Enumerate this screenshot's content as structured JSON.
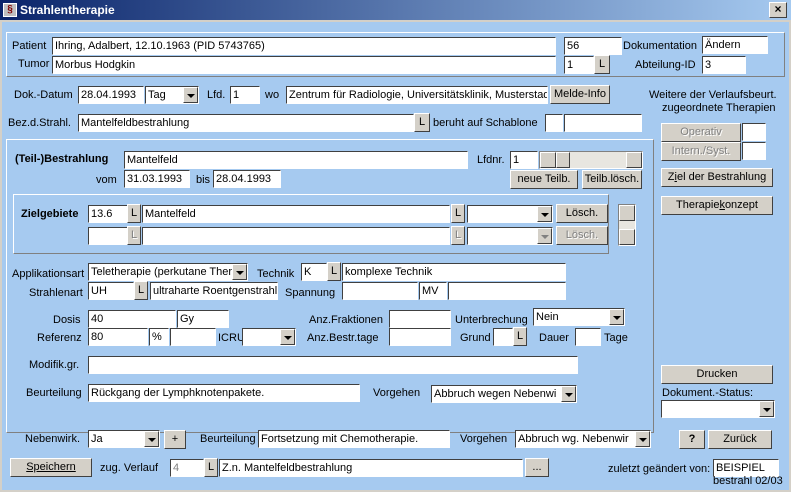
{
  "window": {
    "title": "Strahlentherapie",
    "app_icon": "dna-icon",
    "close_glyph": "×"
  },
  "header": {
    "patient_label": "Patient",
    "patient_value": "Ihring, Adalbert, 12.10.1963 (PID 5743765)",
    "patient_num": "56",
    "dokumentation_label": "Dokumentation",
    "dokumentation_value": "Ändern",
    "tumor_label": "Tumor",
    "tumor_value": "Morbus Hodgkin",
    "tumor_num": "1",
    "l_button": "L",
    "abteilung_label": "Abteilung-ID",
    "abteilung_value": "3"
  },
  "doc": {
    "dok_datum_label": "Dok.-Datum",
    "dok_datum_value": "28.04.1993",
    "unit_value": "Tag",
    "lfd_label": "Lfd.",
    "lfd_value": "1",
    "wo_label": "wo",
    "wo_value": "Zentrum für Radiologie, Universitätsklinik, Musterstadt",
    "melde_info_button": "Melde-Info",
    "bez_label": "Bez.d.Strahl.",
    "bez_value": "Mantelfeldbestrahlung",
    "l_button": "L",
    "schablone_label": "beruht auf Schablone"
  },
  "right": {
    "weitere_label_1": "Weitere der Verlaufsbeurt.",
    "weitere_label_2": "zugeordnete Therapien",
    "operativ_button": "Operativ",
    "intern_button": "Intern./Syst.",
    "ziel_button_pre": "Z",
    "ziel_button_ul": "i",
    "ziel_button_post": "el der Bestrahlung",
    "therapie_button_pre": "Therapie",
    "therapie_button_ul": "k",
    "therapie_button_post": "onzept",
    "drucken_button": "Drucken",
    "status_label": "Dokument.-Status:",
    "help_button": "?",
    "zurueck_button": "Zurück",
    "geaendert_label": "zuletzt geändert von:",
    "geaendert_value": "BEISPIEL",
    "version_label": "bestrahl 02/03"
  },
  "teil": {
    "label": "(Teil-)Bestrahlung",
    "value": "Mantelfeld",
    "lfdnr_label": "Lfdnr.",
    "lfdnr_value": "1",
    "vom_label": "vom",
    "vom_value": "31.03.1993",
    "bis_label": "bis",
    "bis_value": "28.04.1993",
    "neue_button": "neue Teilb.",
    "loesch_button": "Teilb.lösch."
  },
  "ziel": {
    "label": "Zielgebiete",
    "row1_code": "13.6",
    "row1_text": "Mantelfeld",
    "loesch_button": "Lösch.",
    "l_button": "L"
  },
  "appl": {
    "applikationsart_label": "Applikationsart",
    "applikationsart_value": "Teletherapie (perkutane Ther",
    "technik_label": "Technik",
    "technik_code": "K",
    "technik_value": "komplexe Technik",
    "strahlenart_label": "Strahlenart",
    "strahlenart_code": "UH",
    "strahlenart_value": "ultraharte Roentgenstrahlung",
    "spannung_label": "Spannung",
    "spannung_unit": "MV",
    "l_button": "L"
  },
  "dose": {
    "dosis_label": "Dosis",
    "dosis_value": "40",
    "dosis_unit": "Gy",
    "referenz_label": "Referenz",
    "referenz_value": "80",
    "referenz_unit": "%",
    "icru_label": "ICRU",
    "fraktionen_label": "Anz.Fraktionen",
    "bestr_label": "Anz.Bestr.tage",
    "unterbrechung_label": "Unterbrechung",
    "unterbrechung_value": "Nein",
    "grund_label": "Grund",
    "dauer_label": "Dauer",
    "tage_label": "Tage",
    "l_button": "L"
  },
  "misc": {
    "modifik_label": "Modifik.gr.",
    "beurteilung_label": "Beurteilung",
    "beurteilung_value": "Rückgang der Lymphknotenpakete.",
    "vorgehen_label": "Vorgehen",
    "vorgehen_value": "Abbruch wegen Nebenwi"
  },
  "footer": {
    "nebenwirk_label": "Nebenwirk.",
    "nebenwirk_value": "Ja",
    "plus_button": "+",
    "beurteilung_label": "Beurteilung",
    "beurteilung_value": "Fortsetzung mit Chemotherapie.",
    "vorgehen_label": "Vorgehen",
    "vorgehen_value": "Abbruch wg. Nebenwir",
    "speichern_button": "Speichern",
    "verlauf_label": "zug. Verlauf",
    "verlauf_num": "4",
    "verlauf_value": "Z.n. Mantelfeldbestrahlung",
    "ellipsis_button": "...",
    "l_button": "L"
  },
  "colors": {
    "background": "#a6caf0",
    "titlebar": "#0a246a",
    "button_face": "#d4d0c8"
  }
}
